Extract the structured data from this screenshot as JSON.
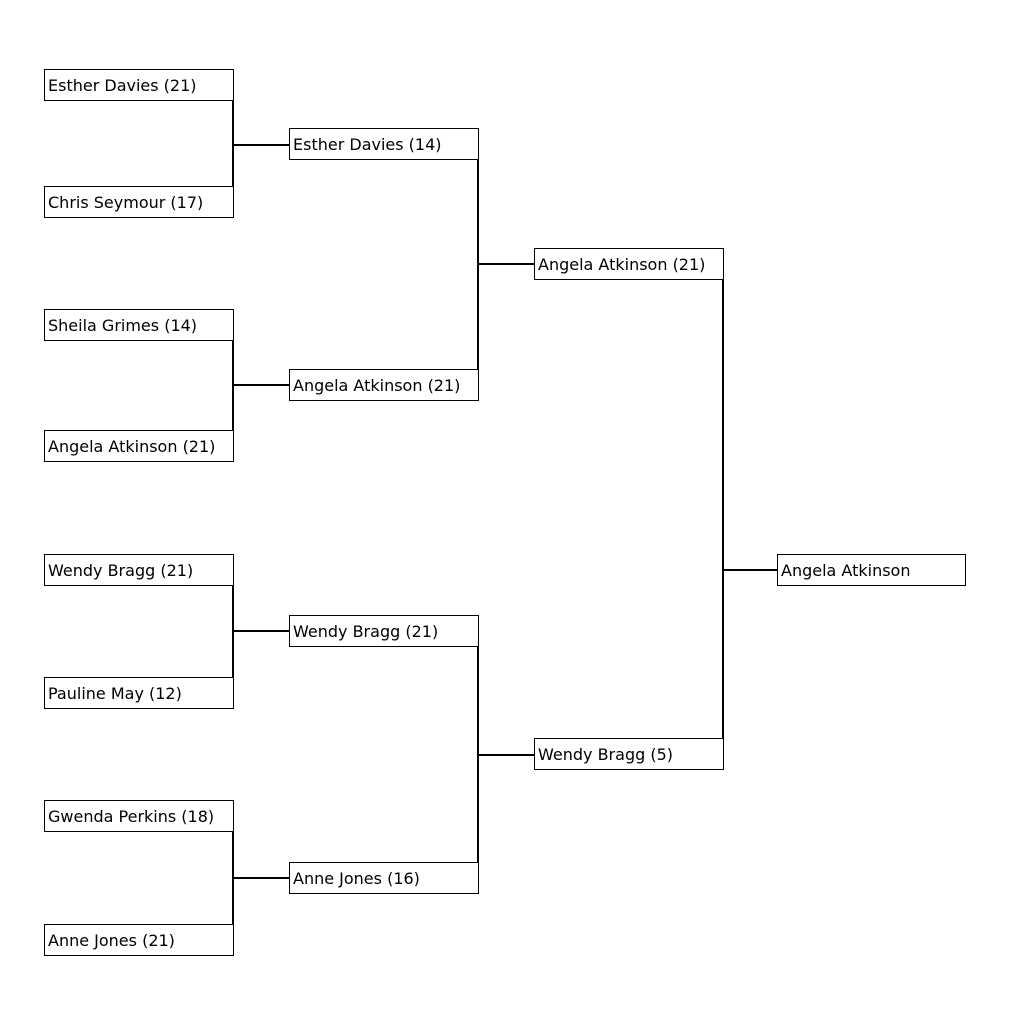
{
  "bracket": {
    "round1": [
      "Esther Davies (21)",
      "Chris Seymour (17)",
      "Sheila Grimes (14)",
      "Angela Atkinson (21)",
      "Wendy Bragg (21)",
      "Pauline May (12)",
      "Gwenda Perkins (18)",
      "Anne Jones (21)"
    ],
    "round2": [
      "Esther Davies (14)",
      "Angela Atkinson (21)",
      "Wendy Bragg (21)",
      "Anne Jones (16)"
    ],
    "round3": [
      "Angela Atkinson (21)",
      "Wendy Bragg (5)"
    ],
    "winner": "Angela Atkinson"
  }
}
